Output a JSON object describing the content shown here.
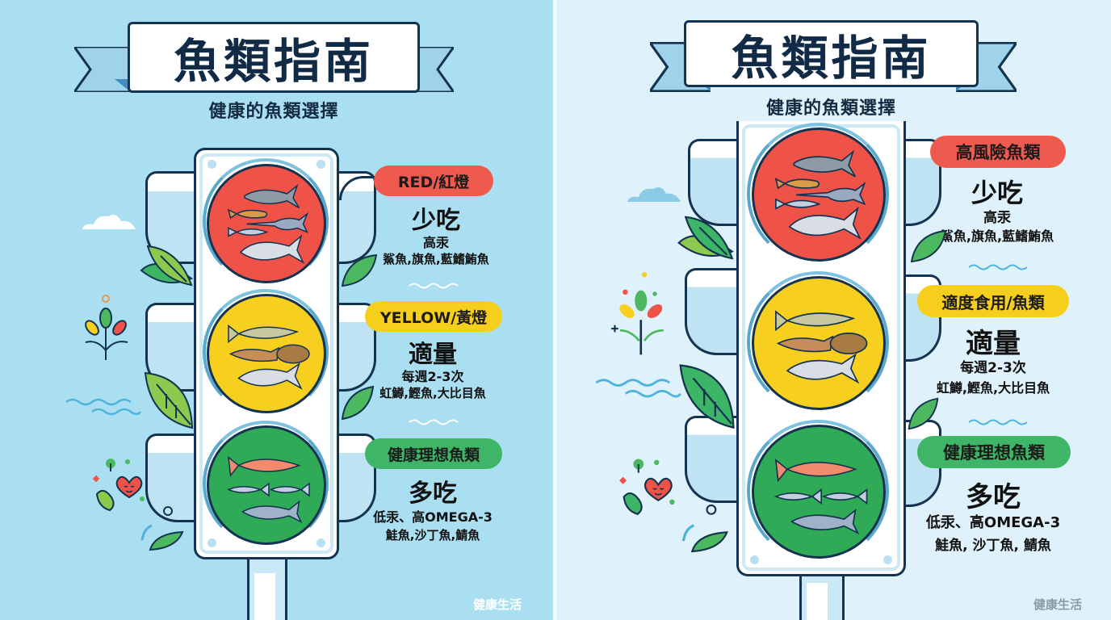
{
  "panels": [
    {
      "id": "left",
      "title": "魚類指南",
      "subtitle": "健康的魚類選擇",
      "footer": "健康生活",
      "lights": [
        {
          "color": "red",
          "fill": "#ef5246",
          "pill_label": "RED/紅燈",
          "pill_color": "#ee5a4e",
          "advice": "少吃",
          "note": "高汞",
          "fish_list": "鯊魚,旗魚,藍鰭鮪魚",
          "fish_icons": [
            "shark-icon",
            "snapper-icon",
            "swordfish-icon",
            "sardine-icon",
            "tuna-icon"
          ]
        },
        {
          "color": "yellow",
          "fill": "#f7cf1e",
          "pill_label": "YELLOW/黃燈",
          "pill_color": "#f6cf1d",
          "advice": "適量",
          "note": "每週2-3次",
          "fish_list": "虹鱒,鰹魚,大比目魚",
          "fish_icons": [
            "trout-icon",
            "salmon-icon",
            "halibut-icon",
            "tuna-icon"
          ]
        },
        {
          "color": "green",
          "fill": "#2fab57",
          "pill_label": "健康理想魚類",
          "pill_color": "#3fb667",
          "advice": "多吃",
          "note": "低汞、高OMEGA-3",
          "fish_list": "鮭魚,沙丁魚,鯖魚",
          "fish_icons": [
            "salmon-icon",
            "sardine-icon",
            "sardine-icon",
            "mackerel-icon"
          ]
        }
      ]
    },
    {
      "id": "right",
      "title": "魚類指南",
      "subtitle": "健康的魚類選擇",
      "footer": "健康生活",
      "lights": [
        {
          "color": "red",
          "fill": "#ef5246",
          "pill_label": "高風險魚類",
          "pill_color": "#ee5a4e",
          "advice": "少吃",
          "note": "高汞",
          "fish_list": "鯊魚,旗魚,藍鰭鮪魚",
          "fish_icons": [
            "shark-icon",
            "snapper-icon",
            "swordfish-icon",
            "sardine-icon",
            "tuna-icon"
          ]
        },
        {
          "color": "yellow",
          "fill": "#f7cf1e",
          "pill_label": "適度食用/魚類",
          "pill_color": "#f6cf1d",
          "advice": "適量",
          "note": "每週2-3次",
          "fish_list": "虹鱒,鰹魚,大比目魚",
          "fish_icons": [
            "trout-icon",
            "salmon-icon",
            "halibut-icon",
            "tuna-icon"
          ]
        },
        {
          "color": "green",
          "fill": "#2fab57",
          "pill_label": "健康理想魚類",
          "pill_color": "#3fb667",
          "advice": "多吃",
          "note": "低汞、高OMEGA-3",
          "fish_list": "鮭魚, 沙丁魚, 鯖魚",
          "fish_icons": [
            "salmon-icon",
            "sardine-icon",
            "sardine-icon",
            "mackerel-icon"
          ]
        }
      ]
    }
  ],
  "colors": {
    "outline": "#143350",
    "left_bg": "#aadff2",
    "right_bg": "#dff2fb",
    "leaf": "#4cb960",
    "wave": "#4eb3dd"
  }
}
